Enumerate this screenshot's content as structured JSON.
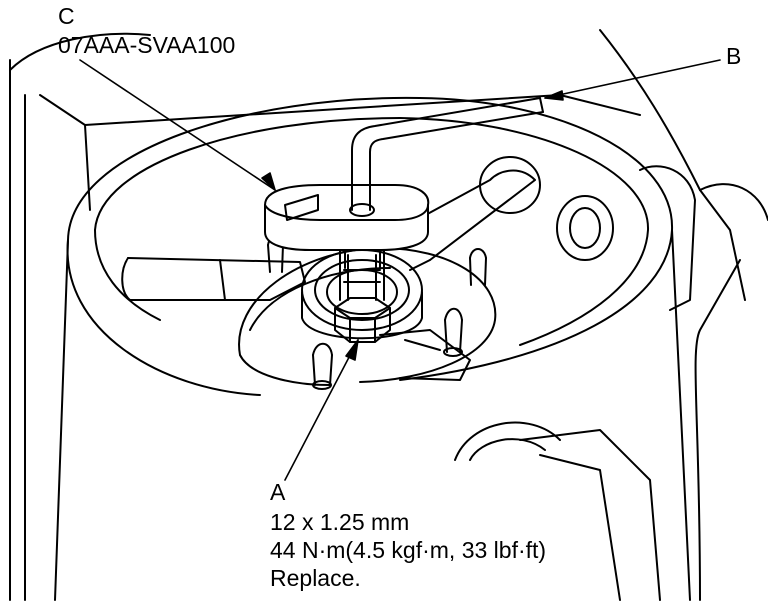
{
  "callouts": {
    "c": {
      "letter": "C",
      "part_number": "07AAA-SVAA100"
    },
    "b": {
      "letter": "B"
    },
    "a": {
      "letter": "A",
      "spec_lines": [
        "12 x 1.25 mm",
        "44 N·m(4.5 kgf·m, 33 lbf·ft)",
        "Replace."
      ]
    }
  },
  "colors": {
    "ink": "#000000",
    "paper": "#ffffff"
  }
}
